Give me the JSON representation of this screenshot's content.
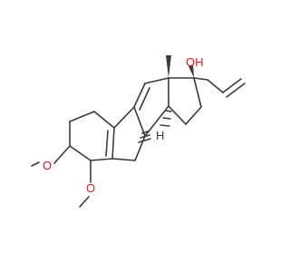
{
  "molecule": {
    "labels": {
      "oh": "OH",
      "ome_top": "O",
      "ome_bottom": "O",
      "h_ring": "H"
    },
    "colors": {
      "bond": "#3a3a3a",
      "oxygen": "#e8141e",
      "hydrogen": "#3a3a3a",
      "background": "#ffffff"
    }
  }
}
